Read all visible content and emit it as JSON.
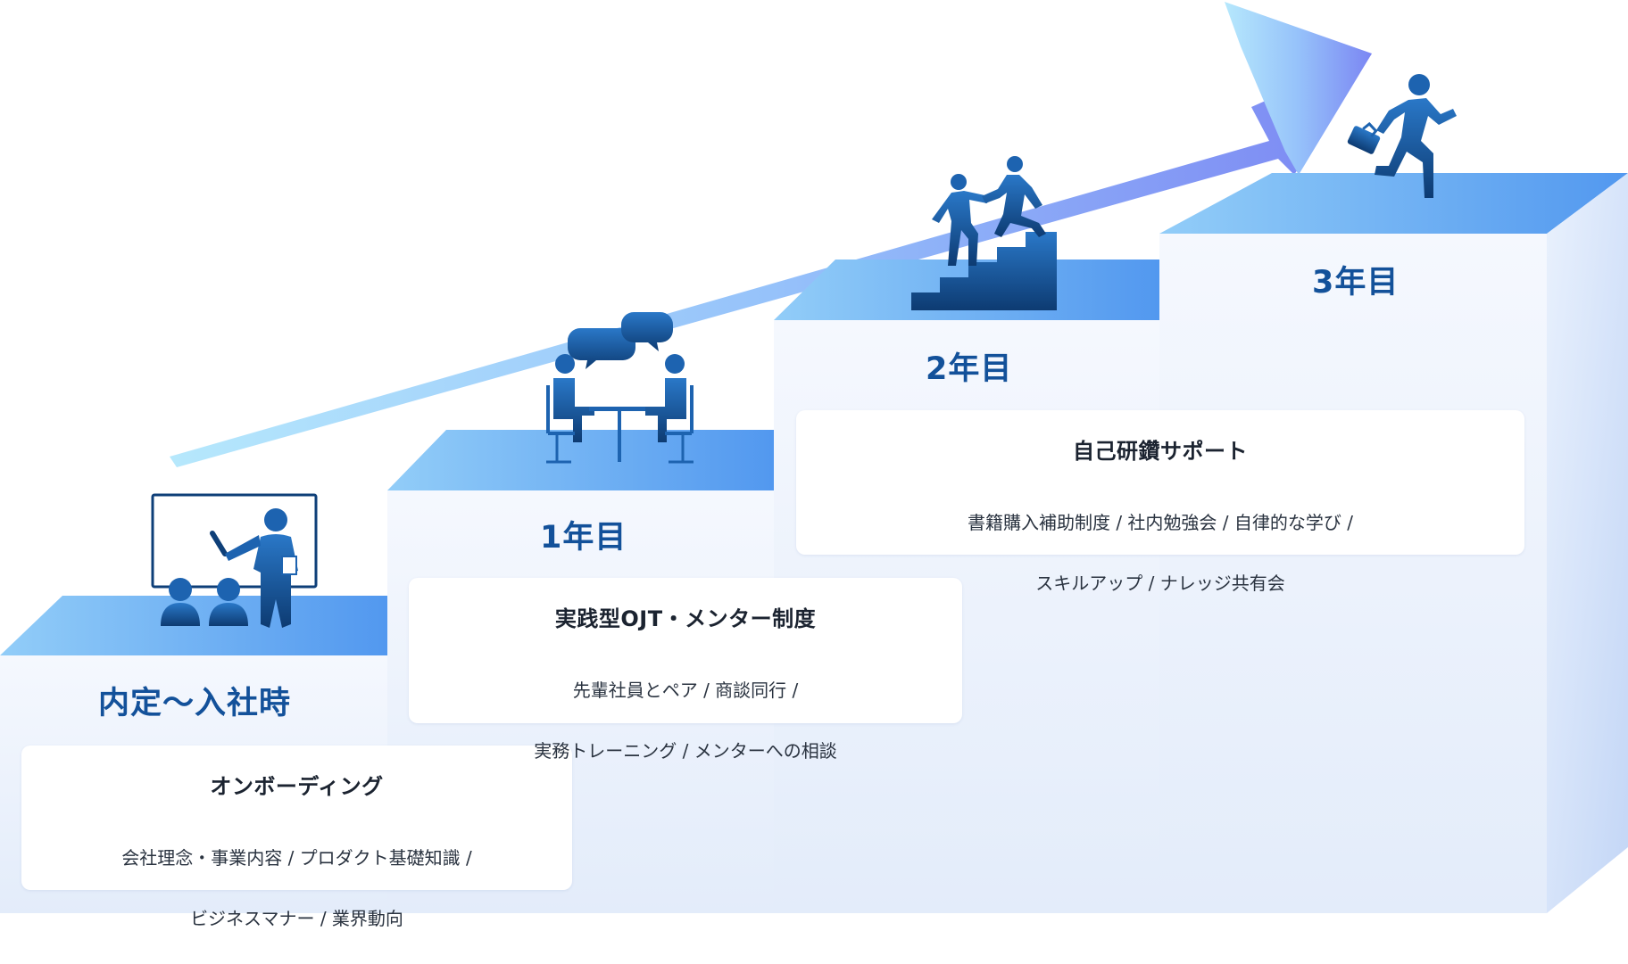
{
  "colors": {
    "label": "#13519a",
    "icon_dark": "#0e3f78",
    "icon_mid": "#1d63b0",
    "step_top_light": "#8ec9f8",
    "step_top_dark": "#4f93ef",
    "arrow_start": "#a8e2fb",
    "arrow_end": "#7d8bf4"
  },
  "stages": [
    {
      "label": "内定〜入社時",
      "card_title": "オンボーディング",
      "card_lines": [
        "会社理念・事業内容 / プロダクト基礎知識 /",
        "ビジネスマナー / 業界動向"
      ],
      "icon": "presentation-teacher-icon"
    },
    {
      "label": "1年目",
      "card_title": "実践型OJT・メンター制度",
      "card_lines": [
        "先輩社員とペア / 商談同行 /",
        "実務トレーニング / メンターへの相談"
      ],
      "icon": "mentoring-conversation-icon"
    },
    {
      "label": "2年目",
      "card_title": "自己研鑽サポート",
      "card_lines": [
        "書籍購入補助制度 / 社内勉強会 / 自律的な学び /",
        "スキルアップ / ナレッジ共有会"
      ],
      "icon": "helping-up-stairs-icon"
    },
    {
      "label": "3年目",
      "icon": "running-businessman-icon"
    }
  ]
}
